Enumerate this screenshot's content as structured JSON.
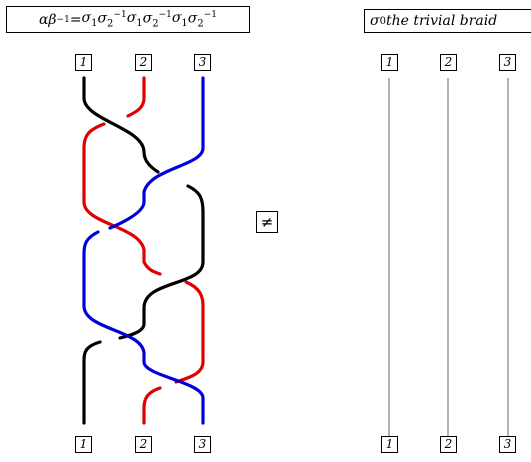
{
  "left_title": {
    "prefix": "αβ",
    "beta_exp": "−1",
    "equals": " = ",
    "word": [
      {
        "base": "σ",
        "sub": "1",
        "sup": ""
      },
      {
        "base": "σ",
        "sub": "2",
        "sup": "−1"
      },
      {
        "base": "σ",
        "sub": "1",
        "sup": ""
      },
      {
        "base": "σ",
        "sub": "2",
        "sup": "−1"
      },
      {
        "base": "σ",
        "sub": "1",
        "sup": ""
      },
      {
        "base": "σ",
        "sub": "2",
        "sup": "−1"
      }
    ]
  },
  "right_title": {
    "symbol": "σ",
    "sub": "0",
    "text": " the trivial braid"
  },
  "relation_symbol": "≠",
  "left_braid": {
    "top_labels": [
      "1",
      "2",
      "3"
    ],
    "bottom_labels": [
      "1",
      "2",
      "3"
    ],
    "strand_colors": {
      "black": "#000000",
      "red": "#e00000",
      "blue": "#0000dd"
    }
  },
  "right_braid": {
    "top_labels": [
      "1",
      "2",
      "3"
    ],
    "bottom_labels": [
      "1",
      "2",
      "3"
    ],
    "strand_color": "#808080"
  }
}
